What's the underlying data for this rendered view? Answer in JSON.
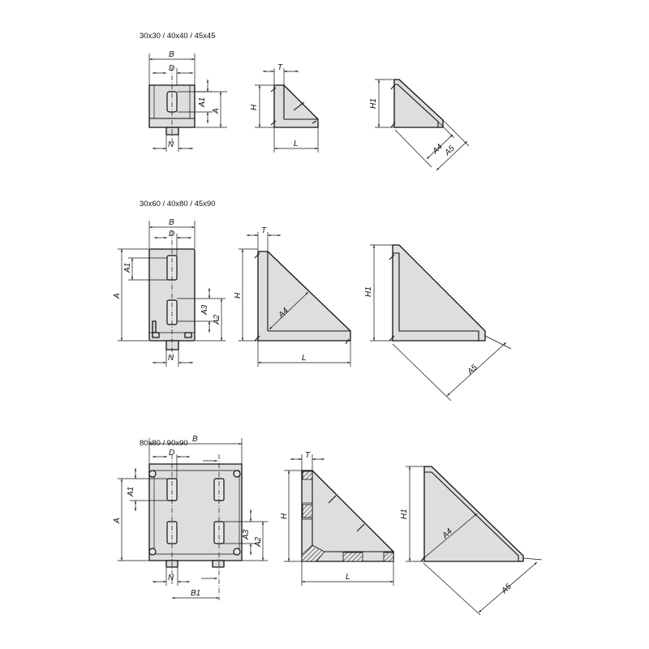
{
  "sections": [
    {
      "title": "30x30 / 40x40 / 45x45",
      "labels": {
        "B": "B",
        "D": "D",
        "A1": "A1",
        "A": "A",
        "N": "N",
        "T": "T",
        "H": "H",
        "L": "L",
        "H1": "H1",
        "A4": "A4",
        "A5": "A5"
      }
    },
    {
      "title": "30x60 / 40x80 / 45x90",
      "labels": {
        "B": "B",
        "D": "D",
        "A1": "A1",
        "A": "A",
        "A3": "A3",
        "A2": "A2",
        "N": "N",
        "T": "T",
        "H": "H",
        "L": "L",
        "A4": "A4",
        "H1": "H1",
        "A5": "A5"
      }
    },
    {
      "title": "80x80 / 90x90",
      "labels": {
        "B": "B",
        "D": "D",
        "A1": "A1",
        "A": "A",
        "A3": "A3",
        "A2": "A2",
        "N": "N",
        "B1": "B1",
        "T": "T",
        "H": "H",
        "L": "L",
        "H1": "H1",
        "A4": "A4",
        "A5": "A5"
      }
    }
  ]
}
